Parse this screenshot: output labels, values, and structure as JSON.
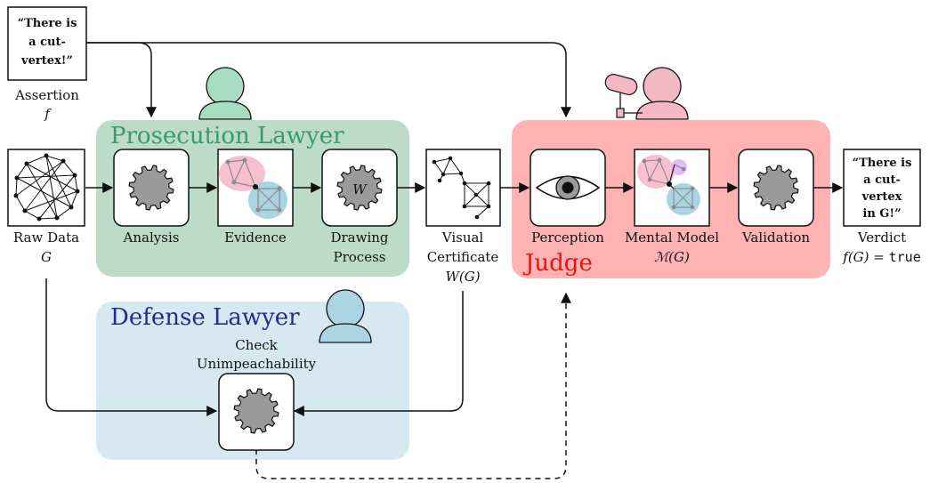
{
  "colors": {
    "prosecution_fill": "#bcdcc9",
    "prosecution_title": "#3b9a68",
    "defense_fill": "#d6e9f1",
    "defense_title": "#1f2f8f",
    "judge_fill": "#ffb3b3",
    "judge_title": "#ee1111",
    "person_green": "#a6dcbf",
    "person_blue": "#acd5e3",
    "person_pink": "#f4b7c6",
    "gear": "#9a9a9a"
  },
  "regions": {
    "prosecution": "Prosecution Lawyer",
    "defense": "Defense Lawyer",
    "judge": "Judge"
  },
  "assertion": {
    "card": [
      "“There is",
      "a cut-",
      "vertex!”"
    ],
    "label": "Assertion",
    "symbol": "f"
  },
  "nodes": {
    "raw_data": {
      "label": "Raw Data",
      "symbol": "G"
    },
    "analysis": {
      "label": "Analysis"
    },
    "evidence": {
      "label": "Evidence"
    },
    "drawing": {
      "label_line1": "Drawing",
      "label_line2": "Process",
      "gear_letter": "W"
    },
    "certificate": {
      "label_line1": "Visual",
      "label_line2": "Certificate",
      "symbol": "W(G)"
    },
    "perception": {
      "label": "Perception"
    },
    "mental_model": {
      "label": "Mental Model",
      "symbol": "ℳ(G)"
    },
    "validation": {
      "label": "Validation"
    },
    "check": {
      "label_line1": "Check",
      "label_line2": "Unimpeachability"
    }
  },
  "verdict": {
    "card": [
      "“There is",
      "a cut-",
      "vertex",
      "in G!”"
    ],
    "label": "Verdict",
    "formula": "f(G) = ",
    "value": "true"
  },
  "icons": [
    "gear-icon",
    "eye-icon",
    "person-icon",
    "microphone-icon",
    "graph-icon"
  ]
}
